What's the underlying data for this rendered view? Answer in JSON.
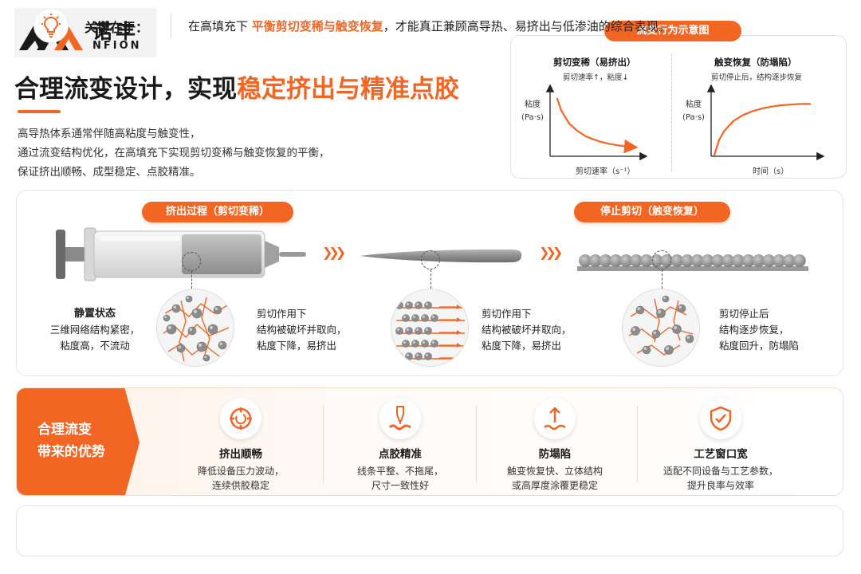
{
  "brand": {
    "name_cn": "诺丰",
    "name_en": "NFION"
  },
  "header": {
    "title_part1": "合理流变设计，实现",
    "title_part2": "稳定挤出与精准点胶",
    "intro": [
      "高导热体系通常伴随高粘度与触变性，",
      "通过流变结构优化，在高填充下实现剪切变稀与触变恢复的平衡，",
      "保证挤出顺畅、成型稳定、点胶精准。"
    ]
  },
  "chart_panel": {
    "badge": "流变行为示意图",
    "chart_data": [
      {
        "type": "line",
        "title": "剪切变稀（易挤出）",
        "subtitle": "剪切速率↑，粘度↓",
        "ylabel": [
          "粘度",
          "(Pa·s)"
        ],
        "xlabel": "剪切速率（s⁻¹）",
        "x": [
          0.05,
          0.1,
          0.2,
          0.3,
          0.4,
          0.5,
          0.6,
          0.7,
          0.8,
          0.9,
          1.0
        ],
        "y": [
          0.88,
          0.7,
          0.5,
          0.39,
          0.31,
          0.26,
          0.22,
          0.19,
          0.17,
          0.15,
          0.14
        ],
        "trend_arrow": true,
        "color": "#f26522"
      },
      {
        "type": "line",
        "title": "触变恢复（防塌陷）",
        "subtitle": "剪切停止后，结构逐步恢复",
        "ylabel": [
          "粘度",
          "(Pa·s)"
        ],
        "xlabel": "时间（s）",
        "x": [
          0.0,
          0.05,
          0.1,
          0.2,
          0.3,
          0.4,
          0.5,
          0.6,
          0.7,
          0.8,
          0.9,
          1.0
        ],
        "y": [
          0.02,
          0.25,
          0.38,
          0.54,
          0.63,
          0.69,
          0.73,
          0.76,
          0.78,
          0.79,
          0.8,
          0.8
        ],
        "color": "#f26522"
      }
    ]
  },
  "process": {
    "pill_extrusion": "挤出过程（剪切变稀）",
    "pill_stop": "停止剪切（触变恢复）",
    "stages": [
      {
        "title": "静置状态",
        "lines": [
          "三维网络结构紧密，",
          "粘度高，不流动"
        ]
      },
      {
        "title": "剪切作用下",
        "lines": [
          "结构被破坏并取向，",
          "粘度下降，易挤出"
        ]
      },
      {
        "title": "剪切停止后",
        "lines": [
          "结构逐步恢复，",
          "粘度回升，防塌陷"
        ]
      }
    ]
  },
  "advantages": {
    "label": [
      "合理流变",
      "带来的优势"
    ],
    "items": [
      {
        "icon": "target-icon",
        "title": "挤出顺畅",
        "desc": [
          "降低设备压力波动，",
          "连续供胶稳定"
        ]
      },
      {
        "icon": "dispense-needle-icon",
        "title": "点胶精准",
        "desc": [
          "线条平整、不拖尾，",
          "尺寸一致性好"
        ]
      },
      {
        "icon": "anti-slump-icon",
        "title": "防塌陷",
        "desc": [
          "触变恢复快、立体结构",
          "或高厚度涂覆更稳定"
        ]
      },
      {
        "icon": "shield-check-icon",
        "title": "工艺窗口宽",
        "desc": [
          "适配不同设备与工艺参数，",
          "提升良率与效率"
        ]
      }
    ]
  },
  "key": {
    "label": "关键在于：",
    "text_before": "在高填充下 ",
    "highlight": "平衡剪切变稀与触变恢复",
    "text_after": "，才能真正兼顾高导热、易挤出与低渗油的综合表现。"
  },
  "colors": {
    "accent": "#f26522",
    "text": "#1e1e1e"
  }
}
